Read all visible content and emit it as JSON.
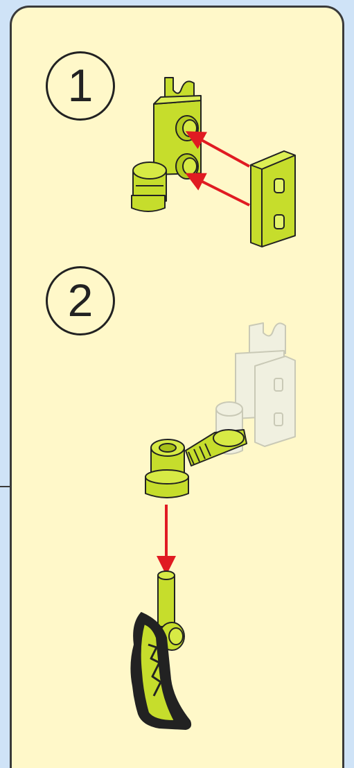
{
  "steps": [
    {
      "number": "1"
    },
    {
      "number": "2"
    }
  ],
  "colors": {
    "panel_bg": "#fff8c9",
    "page_bg": "#cfe3f7",
    "part_green": "#c6dd2c",
    "part_green_dark": "#7f9a12",
    "ghost_part": "#f0f0e0",
    "arrow_red": "#e01b22",
    "outline": "#222222"
  },
  "illustrations": [
    {
      "name": "step1-assembly",
      "parts": [
        "clip-bracket",
        "tile-plate"
      ],
      "arrows": 2
    },
    {
      "name": "step2-assembly",
      "parts": [
        "ghost-bracket",
        "hinge-arm",
        "claw-weapon"
      ],
      "arrows": 1
    }
  ]
}
